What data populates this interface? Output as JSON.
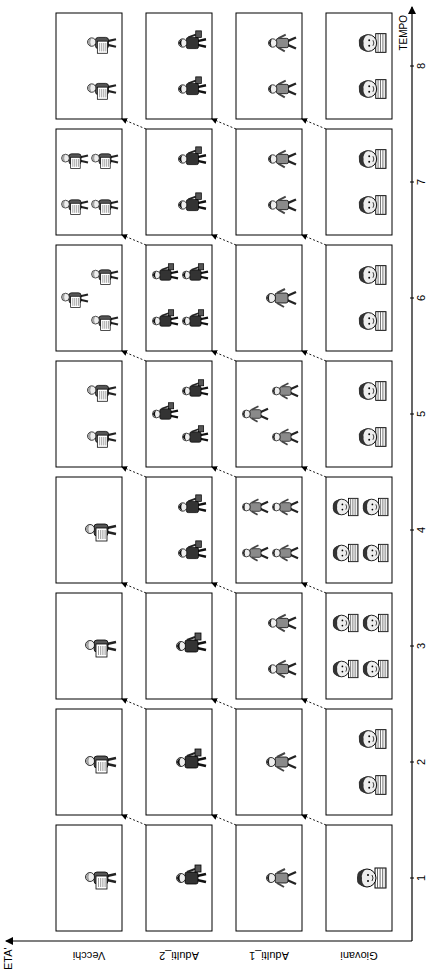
{
  "diagram": {
    "labels": [
      "ETA'",
      "TEMPO",
      "Giovani",
      "Adulti_1",
      "Adulti_2",
      "Vecchi",
      "1",
      "2",
      "3",
      "4",
      "5",
      "6",
      "7",
      "8"
    ]
  }
}
